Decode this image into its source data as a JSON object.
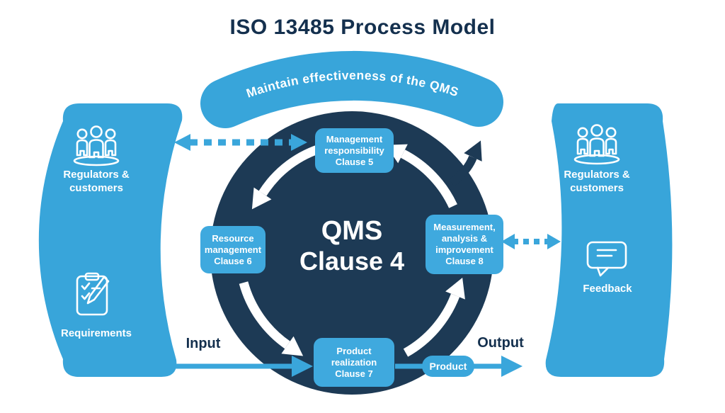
{
  "title": "ISO 13485 Process Model",
  "band": {
    "label": "Maintain effectiveness of the QMS"
  },
  "center": {
    "qms": "QMS",
    "clause": "Clause 4"
  },
  "boxes": {
    "management": "Management\nresponsibility\nClause 5",
    "resource": "Resource\nmanagement\nClause 6",
    "measurement": "Measurement,\nanalysis &\nimprovement\nClause 8",
    "product_realization": "Product\nrealization\nClause 7"
  },
  "left_panel": {
    "top_label": "Regulators &\ncustomers",
    "bottom_label": "Requirements"
  },
  "right_panel": {
    "top_label": "Regulators &\ncustomers",
    "bottom_label": "Feedback"
  },
  "flow": {
    "input_label": "Input",
    "output_label": "Output",
    "product_label": "Product"
  },
  "colors": {
    "light_blue": "#38a5da",
    "box_blue": "#3fa9de",
    "arrow_blue": "#3aa6db",
    "navy": "#1d3a55",
    "text_navy": "#14304e",
    "white": "#ffffff"
  }
}
